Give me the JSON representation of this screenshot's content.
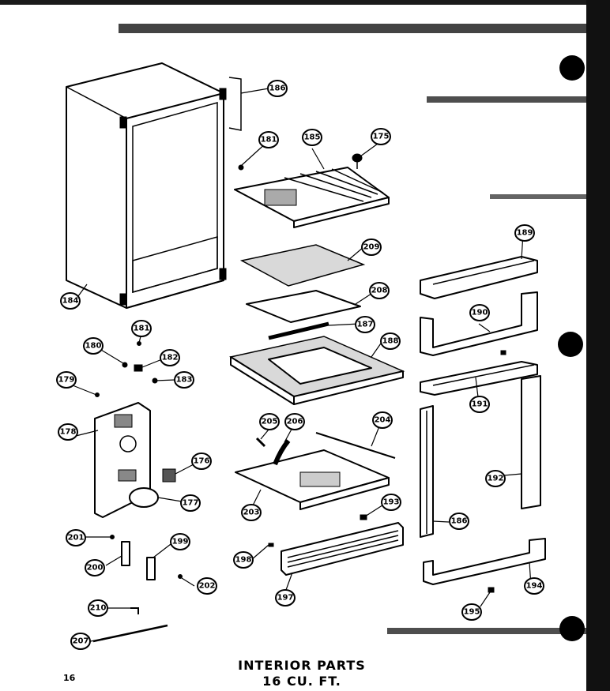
{
  "page_number": "16",
  "title": {
    "line1": "INTERIOR PARTS",
    "line2": "16 CU. FT."
  },
  "callouts": [
    {
      "id": "c186a",
      "label": "186"
    },
    {
      "id": "c181a",
      "label": "181"
    },
    {
      "id": "c185",
      "label": "185"
    },
    {
      "id": "c175",
      "label": "175"
    },
    {
      "id": "c184",
      "label": "184"
    },
    {
      "id": "c209",
      "label": "209"
    },
    {
      "id": "c208",
      "label": "208"
    },
    {
      "id": "c187",
      "label": "187"
    },
    {
      "id": "c188",
      "label": "188"
    },
    {
      "id": "c189",
      "label": "189"
    },
    {
      "id": "c190",
      "label": "190"
    },
    {
      "id": "c191",
      "label": "191"
    },
    {
      "id": "c181b",
      "label": "181"
    },
    {
      "id": "c180",
      "label": "180"
    },
    {
      "id": "c182a",
      "label": "182"
    },
    {
      "id": "c183",
      "label": "183"
    },
    {
      "id": "c179",
      "label": "179"
    },
    {
      "id": "c178",
      "label": "178"
    },
    {
      "id": "c176",
      "label": "176"
    },
    {
      "id": "c177",
      "label": "177"
    },
    {
      "id": "c205",
      "label": "205"
    },
    {
      "id": "c206",
      "label": "206"
    },
    {
      "id": "c204",
      "label": "204"
    },
    {
      "id": "c203",
      "label": "203"
    },
    {
      "id": "c192",
      "label": "192"
    },
    {
      "id": "c186b",
      "label": "186"
    },
    {
      "id": "c193",
      "label": "193"
    },
    {
      "id": "c201",
      "label": "201"
    },
    {
      "id": "c199",
      "label": "199"
    },
    {
      "id": "c200",
      "label": "200"
    },
    {
      "id": "c202",
      "label": "202"
    },
    {
      "id": "c198",
      "label": "198"
    },
    {
      "id": "c197",
      "label": "197"
    },
    {
      "id": "c194",
      "label": "194"
    },
    {
      "id": "c195",
      "label": "195"
    },
    {
      "id": "c210",
      "label": "210"
    },
    {
      "id": "c207",
      "label": "207"
    }
  ]
}
